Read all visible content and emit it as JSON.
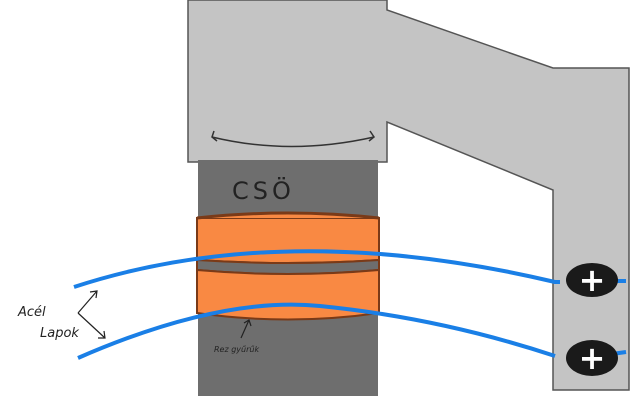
{
  "labels": {
    "pipe": "CSÖ",
    "rod_line1": "Acél",
    "rod_line2": "Lapok",
    "ring": "Rez gyűrűk"
  },
  "terminals": [
    {
      "symbol": "+"
    },
    {
      "symbol": "+"
    }
  ],
  "colors": {
    "frame": "#c4c4c4",
    "pipe": "#6e6e6e",
    "copper": "#f98943",
    "copper_dark": "#7a3a18",
    "wire": "#1a7fe6",
    "terminal": "#1a1a1a"
  }
}
